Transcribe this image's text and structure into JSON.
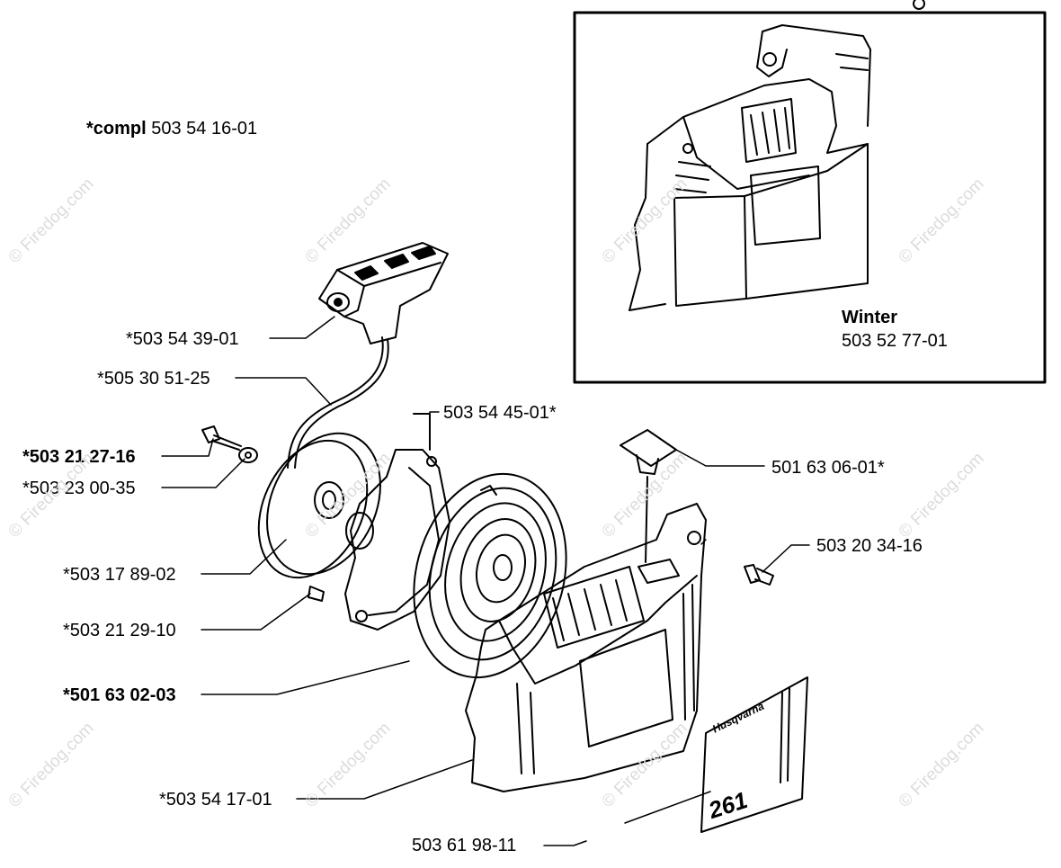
{
  "header": {
    "compl_prefix": "*compl",
    "compl_number": "503 54 16-01"
  },
  "inset": {
    "title": "Winter",
    "part_number": "503 52 77-01"
  },
  "parts": [
    {
      "label": "*503 54 39-01",
      "bold": false
    },
    {
      "label": "*505 30 51-25",
      "bold": false
    },
    {
      "label": "503 54 45-01*",
      "bold": false
    },
    {
      "label": "*503 21 27-16",
      "bold": true
    },
    {
      "label": "*503 23 00-35",
      "bold": false
    },
    {
      "label": "501 63 06-01*",
      "bold": false
    },
    {
      "label": "503 20 34-16",
      "bold": false
    },
    {
      "label": "*503 17 89-02",
      "bold": false
    },
    {
      "label": "*503 21 29-10",
      "bold": false
    },
    {
      "label": "*501 63 02-03",
      "bold": true
    },
    {
      "label": "*503 54 17-01",
      "bold": false
    },
    {
      "label": "503 61 98-11",
      "bold": false
    }
  ],
  "decal": {
    "brand": "Husqvarna",
    "model": "261"
  },
  "watermark": {
    "text": "© Firedog.com",
    "corner_symbol": "©"
  }
}
